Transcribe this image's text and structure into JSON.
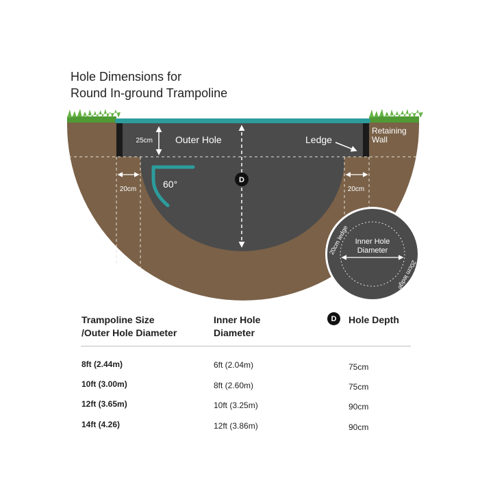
{
  "title": {
    "line1": "Hole Dimensions for",
    "line2": "Round In-ground Trampoline"
  },
  "diagram": {
    "outer_hole_label": "Outer Hole",
    "ledge_label": "Ledge",
    "retaining_wall_line1": "Retaining",
    "retaining_wall_line2": "Wall",
    "depth_25": "25cm",
    "ledge_left_width": "20cm",
    "ledge_right_width": "20cm",
    "angle": "60°",
    "depth_marker": "D",
    "inner_hole_line1": "Inner Hole",
    "inner_hole_line2": "Diameter",
    "ledge_arc_left": "20cm ledge",
    "ledge_arc_right": "20cm ledge",
    "colors": {
      "soil": "#7a6148",
      "hole": "#4b4b4b",
      "frame": "#2c9c9c",
      "grass": "#5aa73c",
      "wall": "#1b1b1b"
    }
  },
  "table": {
    "headers": {
      "col1_line1": "Trampoline Size",
      "col1_line2": "/Outer Hole Diameter",
      "col2_line1": "Inner Hole",
      "col2_line2": "Diameter",
      "col3_badge": "D",
      "col3": "Hole Depth"
    },
    "rows": [
      {
        "size": "8ft (2.44m)",
        "inner": "6ft (2.04m)",
        "depth": "75cm"
      },
      {
        "size": "10ft (3.00m)",
        "inner": "8ft (2.60m)",
        "depth": "75cm"
      },
      {
        "size": "12ft (3.65m)",
        "inner": "10ft (3.25m)",
        "depth": "90cm"
      },
      {
        "size": "14ft (4.26)",
        "inner": "12ft (3.86m)",
        "depth": "90cm"
      }
    ]
  }
}
